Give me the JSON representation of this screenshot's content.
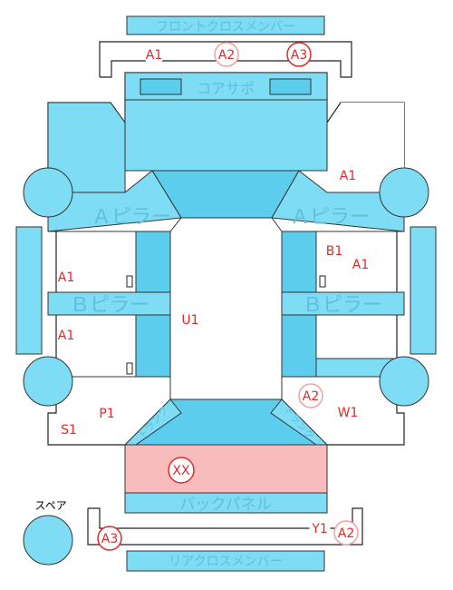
{
  "parts": {
    "front_cross_member": "フロントクロスメンバー",
    "core_support": "コアサポ",
    "a_pillar_left": "Ａピラー",
    "a_pillar_right": "Ａピラー",
    "b_pillar_left": "Ｂピラー",
    "b_pillar_right": "Ｂピラー",
    "back_panel": "バックパネル",
    "rear_cross_member": "リアクロスメンバー",
    "spare": "スペア",
    "trunk_left": "トランク",
    "trunk_right": "トランク"
  },
  "marks": {
    "front_a1": "A1",
    "front_a2": "A2",
    "front_a3": "A3",
    "right_a1_top": "A1",
    "right_b1": "B1",
    "right_a1_mid": "A1",
    "left_a1_top": "A1",
    "left_a1_bottom": "A1",
    "center_u1": "U1",
    "right_a2": "A2",
    "right_w1": "W1",
    "left_p1": "P1",
    "left_s1": "S1",
    "rear_xx": "XX",
    "rear_y1": "Y1",
    "rear_a2": "A2",
    "rear_a3": "A3"
  },
  "colors": {
    "panel_blue": "#7fdcf5",
    "panel_blue_dark": "#5ccdec",
    "damage_pink": "#f9bcbc",
    "mark_red": "#e02a2a",
    "mark_pink": "#f3a0a0",
    "part_text": "#5fbfdc"
  }
}
